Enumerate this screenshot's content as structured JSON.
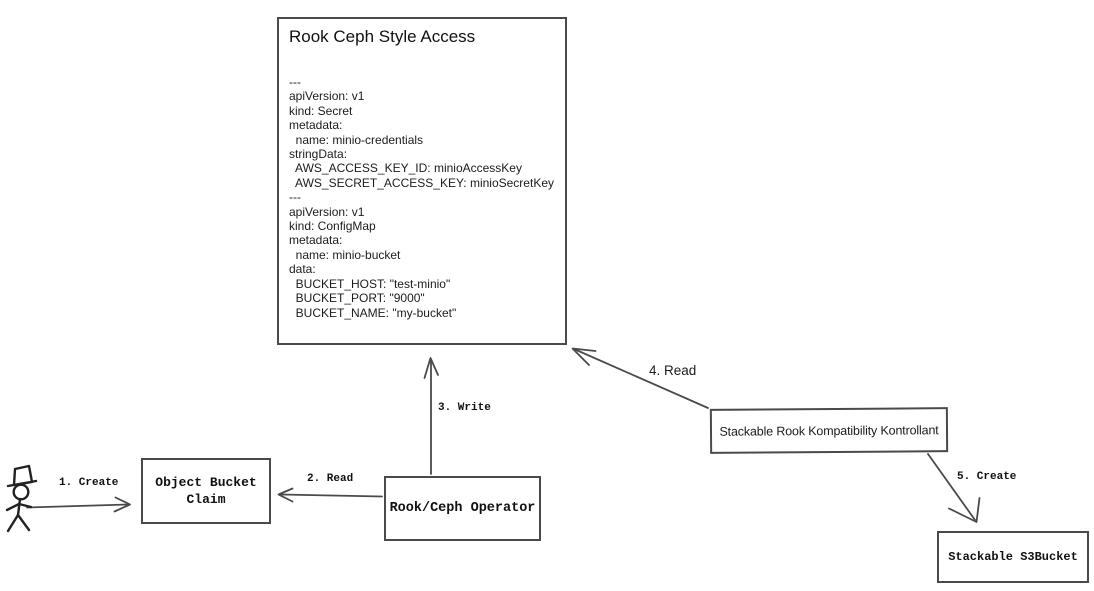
{
  "diagram": {
    "background": "#ffffff",
    "stroke_color": "#4a4a4a",
    "text_color": "#111111"
  },
  "icons": {
    "actor": "stick-figure-with-top-hat"
  },
  "rook_box": {
    "title": "Rook Ceph Style Access",
    "yaml_lines": [
      "---",
      "apiVersion: v1",
      "kind: Secret",
      "metadata:",
      "  name: minio-credentials",
      "stringData:",
      "  AWS_ACCESS_KEY_ID: minioAccessKey",
      "  AWS_SECRET_ACCESS_KEY: minioSecretKey",
      "---",
      "apiVersion: v1",
      "kind: ConfigMap",
      "metadata:",
      "  name: minio-bucket",
      "data:",
      "  BUCKET_HOST: \"test-minio\"",
      "  BUCKET_PORT: \"9000\"",
      "  BUCKET_NAME: \"my-bucket\""
    ]
  },
  "nodes": {
    "object_bucket_claim": {
      "label": "Object Bucket Claim"
    },
    "rook_ceph_operator": {
      "label": "Rook/Ceph Operator"
    },
    "stackable_kontrollant": {
      "label": "Stackable Rook Kompatibility Kontrollant"
    },
    "stackable_s3bucket": {
      "label": "Stackable S3Bucket"
    }
  },
  "edges": {
    "create_claim": {
      "label": "1. Create"
    },
    "read_claim": {
      "label": "2. Read"
    },
    "write_secret": {
      "label": "3. Write"
    },
    "read_secret": {
      "label": "4. Read"
    },
    "create_s3bucket": {
      "label": "5. Create"
    }
  }
}
